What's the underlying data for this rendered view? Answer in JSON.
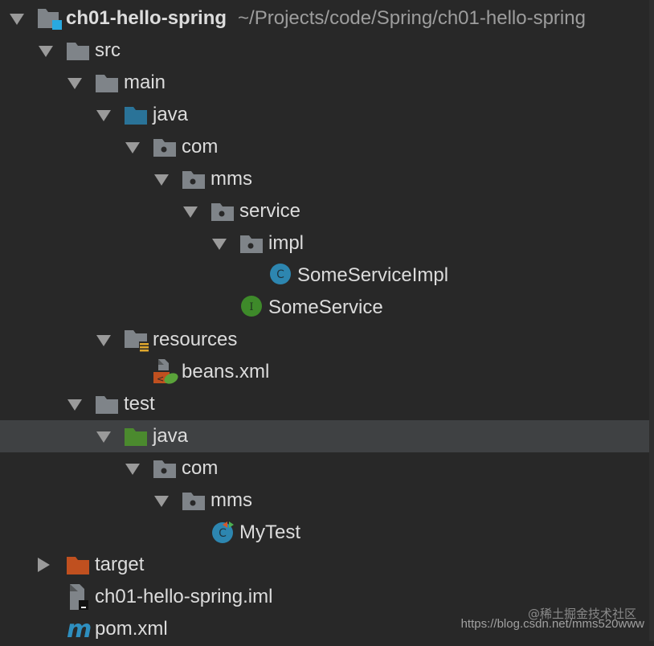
{
  "project": {
    "name": "ch01-hello-spring",
    "path": "~/Projects/code/Spring/ch01-hello-spring"
  },
  "rows": [
    {
      "level": 0,
      "arrow": "down",
      "icon": "module-folder",
      "label": "ch01-hello-spring",
      "bold": true
    },
    {
      "level": 1,
      "arrow": "down",
      "icon": "folder",
      "label": "src"
    },
    {
      "level": 2,
      "arrow": "down",
      "icon": "folder",
      "label": "main"
    },
    {
      "level": 3,
      "arrow": "down",
      "icon": "source-folder",
      "label": "java"
    },
    {
      "level": 4,
      "arrow": "down",
      "icon": "package",
      "label": "com"
    },
    {
      "level": 5,
      "arrow": "down",
      "icon": "package",
      "label": "mms"
    },
    {
      "level": 6,
      "arrow": "down",
      "icon": "package",
      "label": "service"
    },
    {
      "level": 7,
      "arrow": "down",
      "icon": "package",
      "label": "impl"
    },
    {
      "level": 8,
      "arrow": "none",
      "icon": "class",
      "label": "SomeServiceImpl"
    },
    {
      "level": 7,
      "arrow": "none",
      "icon": "interface",
      "label": "SomeService"
    },
    {
      "level": 3,
      "arrow": "down",
      "icon": "resources-folder",
      "label": "resources"
    },
    {
      "level": 4,
      "arrow": "none",
      "icon": "spring-xml",
      "label": "beans.xml"
    },
    {
      "level": 2,
      "arrow": "down",
      "icon": "folder",
      "label": "test"
    },
    {
      "level": 3,
      "arrow": "down",
      "icon": "test-folder",
      "label": "java",
      "selected": true
    },
    {
      "level": 4,
      "arrow": "down",
      "icon": "package",
      "label": "com"
    },
    {
      "level": 5,
      "arrow": "down",
      "icon": "package",
      "label": "mms"
    },
    {
      "level": 6,
      "arrow": "none",
      "icon": "test-class",
      "label": "MyTest"
    },
    {
      "level": 1,
      "arrow": "right",
      "icon": "excluded-folder",
      "label": "target"
    },
    {
      "level": 1,
      "arrow": "none",
      "icon": "iml-file",
      "label": "ch01-hello-spring.iml"
    },
    {
      "level": 1,
      "arrow": "none",
      "icon": "maven",
      "label": "pom.xml"
    }
  ],
  "watermark": {
    "community": "@稀土掘金技术社区",
    "url": "https://blog.csdn.net/mms520www"
  },
  "colors": {
    "folder": "#7f8489",
    "source": "#2a7398",
    "test": "#4b8a2e",
    "excluded": "#c0501f",
    "class": "#2d86b0",
    "interface": "#3e8a2a",
    "selection": "#3f4143"
  }
}
